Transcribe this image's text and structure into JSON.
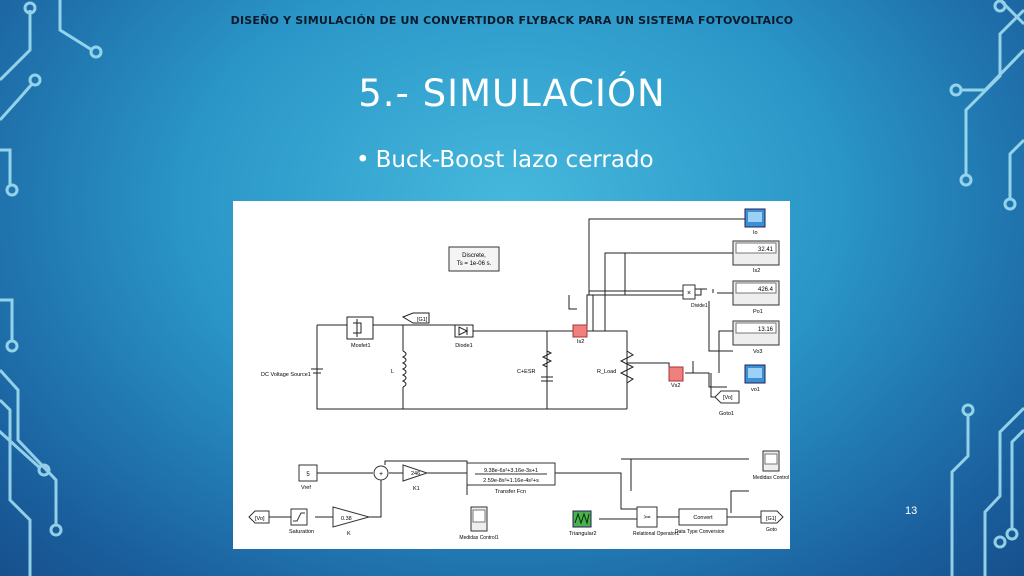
{
  "slide": {
    "header": "DISEÑO Y SIMULACIÓN DE UN CONVERTIDOR FLYBACK PARA UN SISTEMA FOTOVOLTAICO",
    "title": "5.- SIMULACIÓN",
    "bullet": "Buck-Boost lazo cerrado",
    "page_number": "13"
  },
  "diagram": {
    "powergui": "Discrete,",
    "powergui_ts": "Ts = 1e-06 s.",
    "dc_source": "DC Voltage Source1",
    "mosfet": "Mosfet1",
    "goto_g1": "[G1]",
    "inductor": "L",
    "diode": "Diode1",
    "capacitor": "C+ESR",
    "load": "R_Load",
    "current_meas": "Is2",
    "voltage_meas": "Vs2",
    "scope_io": "Io",
    "display_is2": "Is2",
    "display_is2_value": "32.41",
    "product": "×",
    "divide": "Divide1",
    "display_po1": "Po1",
    "display_po1_value": "426.4",
    "display_vo3": "Vo3",
    "display_vo3_value": "13.16",
    "scope_vo1": "vo1",
    "goto_vo_tag": "[Vo]",
    "goto_vo": "Goto1",
    "vref_value": "5",
    "vref": "Vref",
    "sum_sign": "+",
    "gain_k1_value": "246",
    "gain_k1": "K1",
    "tf_num": "9.38e-6s²+3.16e-3s+1",
    "tf_den": "2.59e-8s³+1.16e-4s²+s",
    "tf": "Transfer Fcn",
    "scope_medidas_control": "Medidas Control",
    "from_vo_tag": "[Vo]",
    "saturation": "Saturation",
    "gain_k_value": "0.38",
    "gain_k": "K",
    "scope_medidas_control1": "Medidas Control1",
    "triangular": "Triangular2",
    "relational_symbol": ">=",
    "relational": "Relational Operator1",
    "convert_label": "Convert",
    "convert": "Data Type Conversion",
    "goto_g1_bottom_tag": "[G1]",
    "goto_g1_bottom": "Goto"
  }
}
